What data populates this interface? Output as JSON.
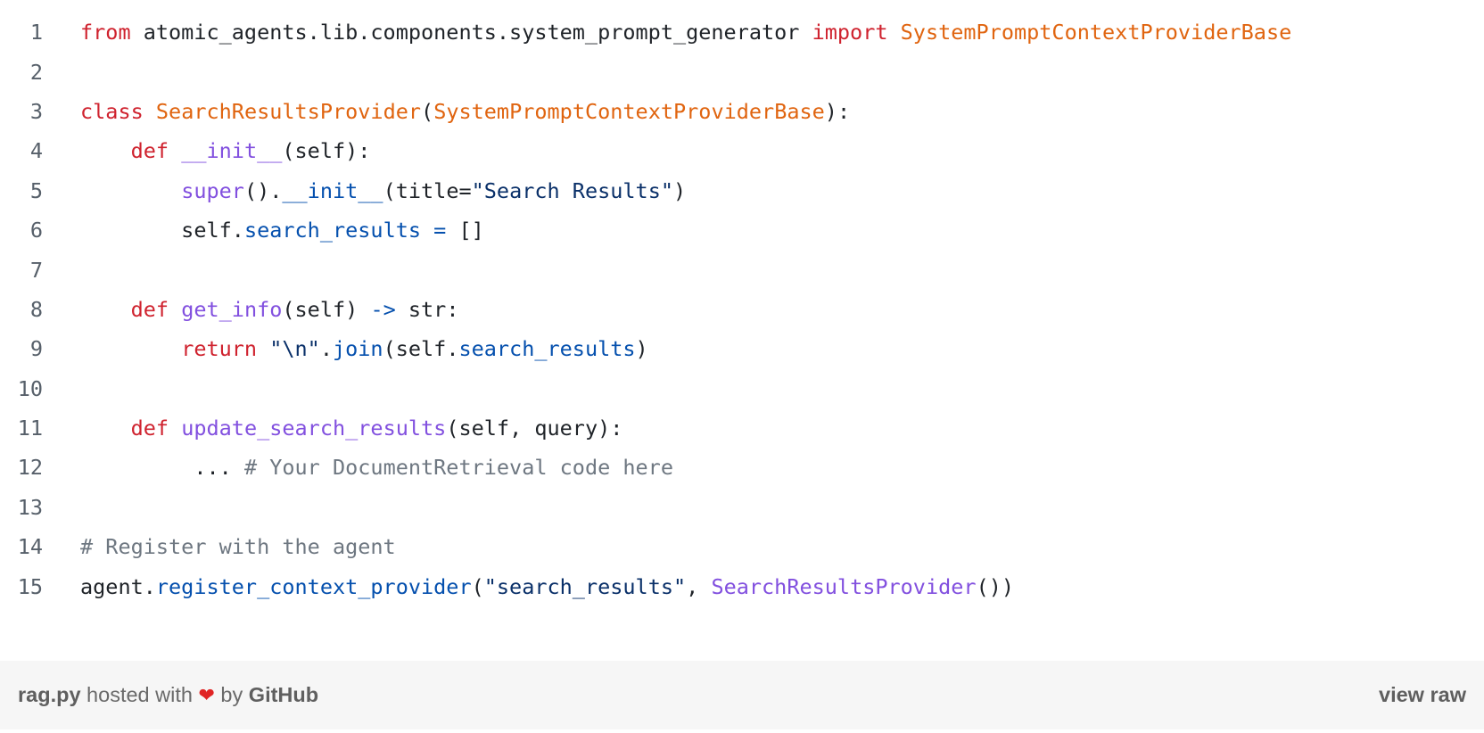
{
  "colors": {
    "keyword": "#cf222e",
    "class_name": "#e0640f",
    "function": "#8250df",
    "property": "#0550ae",
    "string": "#0a3069",
    "comment": "#6e7781",
    "line_number": "#57606a",
    "footer_bg": "#f6f6f6"
  },
  "code": {
    "lines": [
      {
        "n": "1",
        "tokens": [
          {
            "t": "from",
            "c": "k"
          },
          {
            "t": " atomic_agents.lib.components.system_prompt_generator ",
            "c": "plain"
          },
          {
            "t": "import",
            "c": "k"
          },
          {
            "t": " ",
            "c": "plain"
          },
          {
            "t": "SystemPromptContextProviderBase",
            "c": "cls"
          }
        ]
      },
      {
        "n": "2",
        "tokens": []
      },
      {
        "n": "3",
        "tokens": [
          {
            "t": "class",
            "c": "k"
          },
          {
            "t": " ",
            "c": "plain"
          },
          {
            "t": "SearchResultsProvider",
            "c": "cls"
          },
          {
            "t": "(",
            "c": "plain"
          },
          {
            "t": "SystemPromptContextProviderBase",
            "c": "cls"
          },
          {
            "t": "):",
            "c": "plain"
          }
        ]
      },
      {
        "n": "4",
        "tokens": [
          {
            "t": "    ",
            "c": "plain"
          },
          {
            "t": "def",
            "c": "k"
          },
          {
            "t": " ",
            "c": "plain"
          },
          {
            "t": "__init__",
            "c": "fn"
          },
          {
            "t": "(self):",
            "c": "plain"
          }
        ]
      },
      {
        "n": "5",
        "tokens": [
          {
            "t": "        ",
            "c": "plain"
          },
          {
            "t": "super",
            "c": "fn"
          },
          {
            "t": "().",
            "c": "plain"
          },
          {
            "t": "__init__",
            "c": "pr"
          },
          {
            "t": "(title=",
            "c": "plain"
          },
          {
            "t": "\"Search Results\"",
            "c": "str"
          },
          {
            "t": ")",
            "c": "plain"
          }
        ]
      },
      {
        "n": "6",
        "tokens": [
          {
            "t": "        self.",
            "c": "plain"
          },
          {
            "t": "search_results",
            "c": "pr"
          },
          {
            "t": " ",
            "c": "plain"
          },
          {
            "t": "=",
            "c": "pr"
          },
          {
            "t": " []",
            "c": "plain"
          }
        ]
      },
      {
        "n": "7",
        "tokens": []
      },
      {
        "n": "8",
        "tokens": [
          {
            "t": "    ",
            "c": "plain"
          },
          {
            "t": "def",
            "c": "k"
          },
          {
            "t": " ",
            "c": "plain"
          },
          {
            "t": "get_info",
            "c": "fn"
          },
          {
            "t": "(self) ",
            "c": "plain"
          },
          {
            "t": "->",
            "c": "pr"
          },
          {
            "t": " str:",
            "c": "plain"
          }
        ]
      },
      {
        "n": "9",
        "tokens": [
          {
            "t": "        ",
            "c": "plain"
          },
          {
            "t": "return",
            "c": "k"
          },
          {
            "t": " ",
            "c": "plain"
          },
          {
            "t": "\"\\n\"",
            "c": "str"
          },
          {
            "t": ".",
            "c": "plain"
          },
          {
            "t": "join",
            "c": "pr"
          },
          {
            "t": "(self.",
            "c": "plain"
          },
          {
            "t": "search_results",
            "c": "pr"
          },
          {
            "t": ")",
            "c": "plain"
          }
        ]
      },
      {
        "n": "10",
        "tokens": []
      },
      {
        "n": "11",
        "tokens": [
          {
            "t": "    ",
            "c": "plain"
          },
          {
            "t": "def",
            "c": "k"
          },
          {
            "t": " ",
            "c": "plain"
          },
          {
            "t": "update_search_results",
            "c": "fn"
          },
          {
            "t": "(self, query):",
            "c": "plain"
          }
        ]
      },
      {
        "n": "12",
        "tokens": [
          {
            "t": "         ... ",
            "c": "plain"
          },
          {
            "t": "# Your DocumentRetrieval code here",
            "c": "cm"
          }
        ]
      },
      {
        "n": "13",
        "tokens": []
      },
      {
        "n": "14",
        "tokens": [
          {
            "t": "# Register with the agent",
            "c": "cm"
          }
        ]
      },
      {
        "n": "15",
        "tokens": [
          {
            "t": "agent.",
            "c": "plain"
          },
          {
            "t": "register_context_provider",
            "c": "pr"
          },
          {
            "t": "(",
            "c": "plain"
          },
          {
            "t": "\"search_results\"",
            "c": "str"
          },
          {
            "t": ", ",
            "c": "plain"
          },
          {
            "t": "SearchResultsProvider",
            "c": "fn"
          },
          {
            "t": "())",
            "c": "plain"
          }
        ]
      }
    ]
  },
  "footer": {
    "filename": "rag.py",
    "hosted_with": " hosted with ",
    "heart": "❤",
    "by": " by ",
    "github": "GitHub",
    "view_raw": "view raw"
  }
}
